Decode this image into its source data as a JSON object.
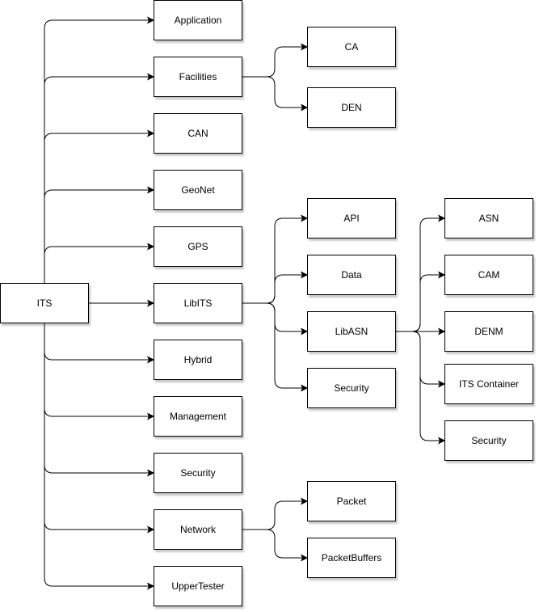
{
  "nodes": {
    "its": "ITS",
    "application": "Application",
    "facilities": "Facilities",
    "can": "CAN",
    "geonet": "GeoNet",
    "gps": "GPS",
    "libits": "LibITS",
    "hybrid": "Hybrid",
    "management": "Management",
    "security": "Security",
    "network": "Network",
    "uppertester": "UpperTester",
    "ca": "CA",
    "den": "DEN",
    "api": "API",
    "data": "Data",
    "libasn": "LibASN",
    "libits_security": "Security",
    "asn": "ASN",
    "cam": "CAM",
    "denm": "DENM",
    "its_container": "ITS Container",
    "libasn_security": "Security",
    "packet": "Packet",
    "packetbuffers": "PacketBuffers"
  },
  "edges": [
    [
      "its",
      "application"
    ],
    [
      "its",
      "facilities"
    ],
    [
      "its",
      "can"
    ],
    [
      "its",
      "geonet"
    ],
    [
      "its",
      "gps"
    ],
    [
      "its",
      "libits"
    ],
    [
      "its",
      "hybrid"
    ],
    [
      "its",
      "management"
    ],
    [
      "its",
      "security"
    ],
    [
      "its",
      "network"
    ],
    [
      "its",
      "uppertester"
    ],
    [
      "facilities",
      "ca"
    ],
    [
      "facilities",
      "den"
    ],
    [
      "libits",
      "api"
    ],
    [
      "libits",
      "data"
    ],
    [
      "libits",
      "libasn"
    ],
    [
      "libits",
      "libits_security"
    ],
    [
      "libasn",
      "asn"
    ],
    [
      "libasn",
      "cam"
    ],
    [
      "libasn",
      "denm"
    ],
    [
      "libasn",
      "its_container"
    ],
    [
      "libasn",
      "libasn_security"
    ],
    [
      "network",
      "packet"
    ],
    [
      "network",
      "packetbuffers"
    ]
  ]
}
